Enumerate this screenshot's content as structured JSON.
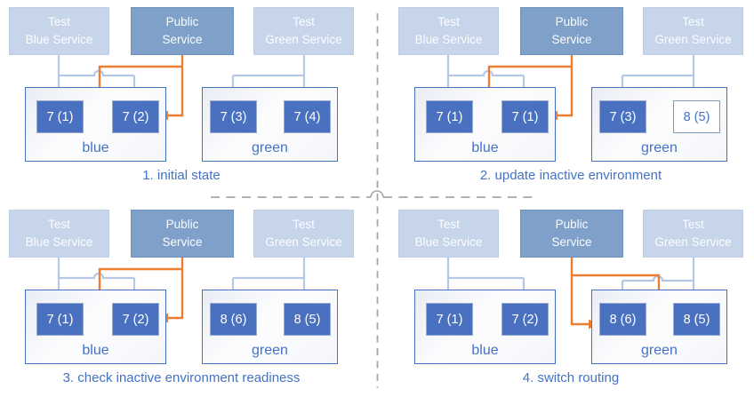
{
  "colors": {
    "test_service_fill": "#C6D5EA",
    "public_service_fill": "#7FA0C9",
    "pod_fill": "#4A70C0",
    "environment_border": "#4472C4",
    "caption_text": "#4472C4",
    "test_route_arrow": "#B4C7E7",
    "public_route_arrow": "#ED7D31",
    "divider_gray": "#A6A6A6"
  },
  "quadrants": [
    {
      "caption": "1. initial state",
      "public_routing": "blue",
      "services": [
        {
          "label": "Test\nBlue Service"
        },
        {
          "label": "Public\nService"
        },
        {
          "label": "Test\nGreen Service"
        }
      ],
      "environments": [
        {
          "label": "blue",
          "pods": [
            {
              "label": "7 (1)",
              "state": "running"
            },
            {
              "label": "7 (2)",
              "state": "running"
            }
          ]
        },
        {
          "label": "green",
          "pods": [
            {
              "label": "7 (3)",
              "state": "running"
            },
            {
              "label": "7 (4)",
              "state": "running"
            }
          ]
        }
      ]
    },
    {
      "caption": "2. update inactive environment",
      "public_routing": "blue",
      "services": [
        {
          "label": "Test\nBlue Service"
        },
        {
          "label": "Public\nService"
        },
        {
          "label": "Test\nGreen Service"
        }
      ],
      "environments": [
        {
          "label": "blue",
          "pods": [
            {
              "label": "7 (1)",
              "state": "running"
            },
            {
              "label": "7 (1)",
              "state": "running"
            }
          ]
        },
        {
          "label": "green",
          "pods": [
            {
              "label": "7 (3)",
              "state": "running"
            },
            {
              "label": "8 (5)",
              "state": "starting"
            }
          ]
        }
      ]
    },
    {
      "caption": "3. check inactive environment readiness",
      "public_routing": "blue",
      "services": [
        {
          "label": "Test\nBlue Service"
        },
        {
          "label": "Public\nService"
        },
        {
          "label": "Test\nGreen Service"
        }
      ],
      "environments": [
        {
          "label": "blue",
          "pods": [
            {
              "label": "7 (1)",
              "state": "running"
            },
            {
              "label": "7 (2)",
              "state": "running"
            }
          ]
        },
        {
          "label": "green",
          "pods": [
            {
              "label": "8 (6)",
              "state": "running"
            },
            {
              "label": "8 (5)",
              "state": "running"
            }
          ]
        }
      ]
    },
    {
      "caption": "4. switch routing",
      "public_routing": "green",
      "services": [
        {
          "label": "Test\nBlue Service"
        },
        {
          "label": "Public\nService"
        },
        {
          "label": "Test\nGreen Service"
        }
      ],
      "environments": [
        {
          "label": "blue",
          "pods": [
            {
              "label": "7 (1)",
              "state": "running"
            },
            {
              "label": "7 (2)",
              "state": "running"
            }
          ]
        },
        {
          "label": "green",
          "pods": [
            {
              "label": "8 (6)",
              "state": "running"
            },
            {
              "label": "8 (5)",
              "state": "running"
            }
          ]
        }
      ]
    }
  ]
}
